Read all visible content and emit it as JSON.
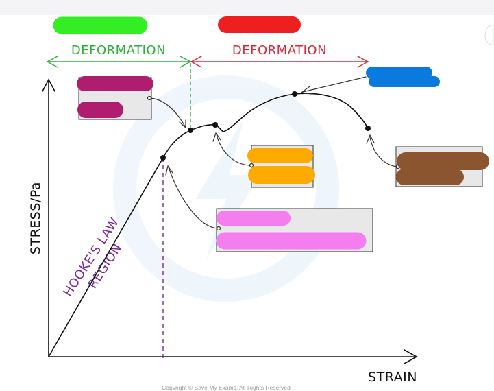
{
  "labels": {
    "elastic_deformation": "DEFORMATION",
    "plastic_deformation": "DEFORMATION",
    "stress_axis": "STRESS/Pa",
    "strain_axis": "STRAIN",
    "hookes_law_line1": "HOOKE'S LAW",
    "hookes_law_line2": "REGION",
    "copyright": "Copyright © Save My Exams. All Rights Reserved"
  },
  "colors": {
    "elastic": "#2eae3c",
    "plastic": "#d42a3c",
    "hookes": "#7a2a9a",
    "axis": "#111111",
    "redact_green": "#33ee22",
    "redact_red": "#ee1f1f",
    "redact_blue": "#0a7adf",
    "redact_maroon": "#b01c6e",
    "redact_orange": "#ffaa00",
    "redact_pink": "#f47ef0",
    "redact_brown": "#8b5530"
  },
  "icons": {
    "watermark": "lightning-bolt-logo-icon"
  }
}
